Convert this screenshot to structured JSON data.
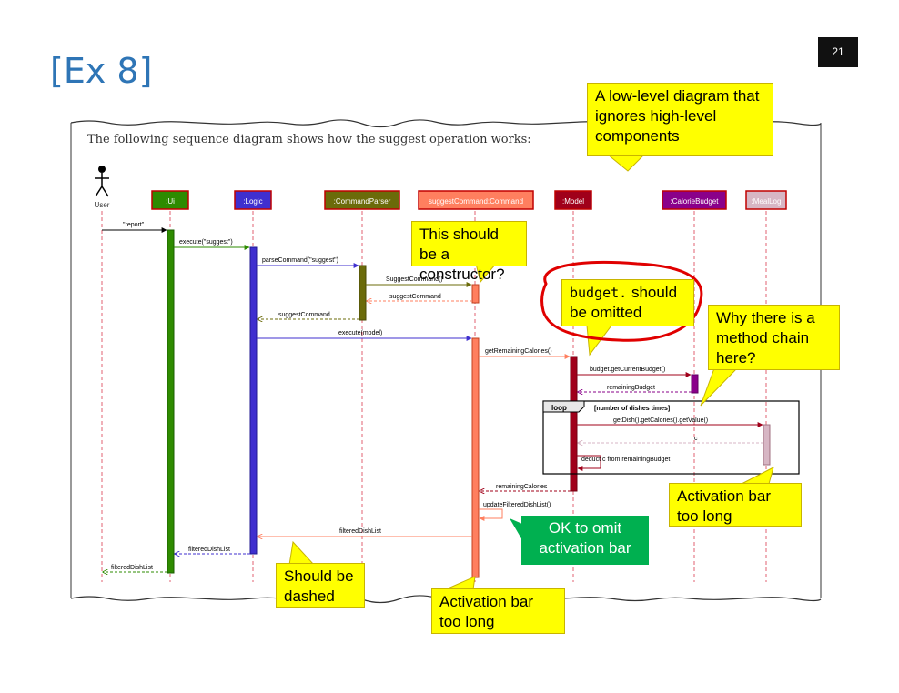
{
  "slide": {
    "title": "[Ex 8]",
    "page_number": "21"
  },
  "diagram": {
    "caption": "The following sequence diagram shows how the suggest operation works:",
    "actor_label": "User",
    "participants": [
      {
        "label": ":Ui",
        "fill": "#2e8b00",
        "border": "#c00000",
        "text_color": "#ffffff"
      },
      {
        "label": ":Logic",
        "fill": "#3f2fcf",
        "border": "#c00000",
        "text_color": "#ffffff"
      },
      {
        "label": ":CommandParser",
        "fill": "#6b6b0a",
        "border": "#c00000",
        "text_color": "#ffffff"
      },
      {
        "label": "suggestCommand:Command",
        "fill": "#ff7f5f",
        "border": "#c00000",
        "text_color": "#ffffff"
      },
      {
        "label": ":Model",
        "fill": "#a0001a",
        "border": "#c00000",
        "text_color": "#ffffff"
      },
      {
        "label": ":CalorieBudget",
        "fill": "#8a008a",
        "border": "#c00000",
        "text_color": "#ffffff"
      },
      {
        "label": ":MealLog",
        "fill": "#d7b6c4",
        "border": "#c00000",
        "text_color": "#ffffff"
      }
    ],
    "messages": [
      "\"report\"",
      "execute(\"suggest\")",
      "parseCommand(\"suggest\")",
      "SuggestCommand()",
      "suggestCommand",
      "suggestCommand",
      "execute(model)",
      "getRemainingCalories()",
      "budget.getCurrentBudget()",
      "remainingBudget",
      "getDish().getCalories().getValue()",
      "c",
      "deduct c from remainingBudget",
      "remainingCalories",
      "updateFilteredDishList()",
      "filteredDishList",
      "filteredDishList",
      "filteredDishList"
    ],
    "loop": {
      "keyword": "loop",
      "guard": "[number of dishes times]"
    }
  },
  "callouts": {
    "low_level": "A low-level diagram that ignores high-level components",
    "constructor": "This should be a constructor?",
    "budget_code": "budget.",
    "budget_text": " should be omitted",
    "method_chain": "Why there is a method chain here?",
    "activation_right": "Activation bar too long",
    "ok_omit": "OK to omit activation bar",
    "dashed": "Should be dashed",
    "activation_bottom": "Activation bar too long"
  },
  "colors": {
    "title_blue": "#2e75b6",
    "callout_yellow": "#ffff00",
    "callout_green": "#00b050",
    "highlight_red": "#e00000"
  }
}
